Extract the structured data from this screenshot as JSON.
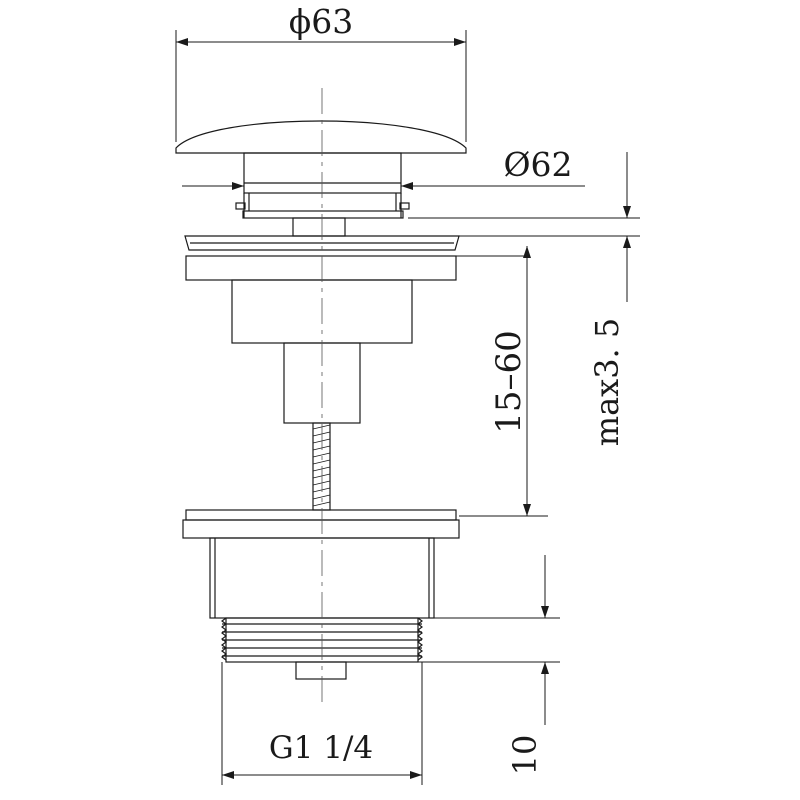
{
  "dimensions": {
    "top_diameter": "ϕ63",
    "flange_diameter": "Ø62",
    "stroke_range": "15–60",
    "max_thickness": "max3. 5",
    "thread": "G1 1/4",
    "thread_height": "10"
  },
  "colors": {
    "line": "#1a1a1a",
    "centerline": "#555555"
  }
}
